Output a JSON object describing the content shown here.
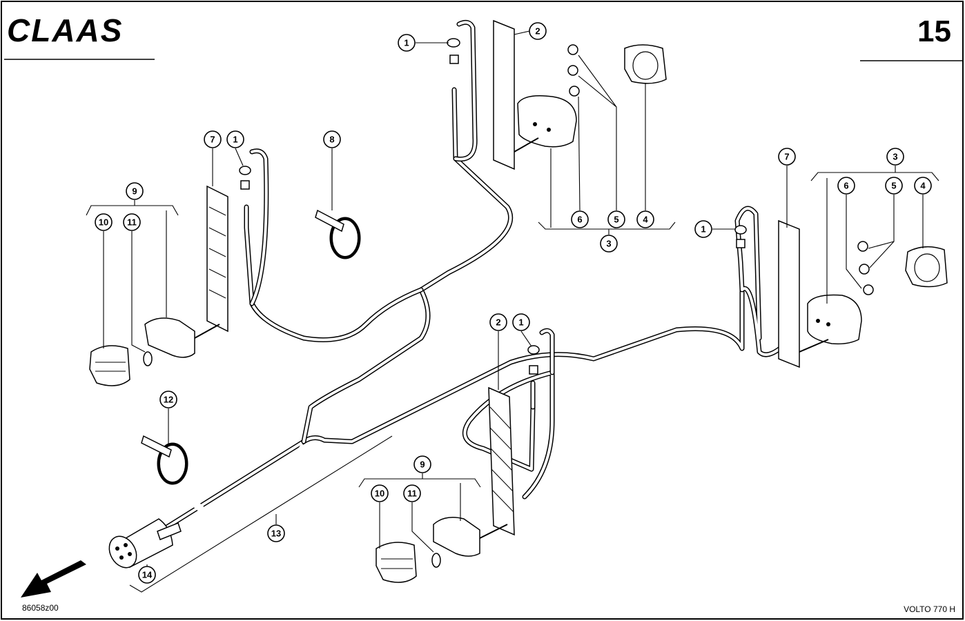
{
  "header": {
    "logo_text": "CLAAS",
    "page_number": "15"
  },
  "footer": {
    "drawing_code": "86058z00",
    "model": "VOLTO 770 H"
  },
  "callouts": [
    {
      "id": "c-1a",
      "label": "1"
    },
    {
      "id": "c-2a",
      "label": "2"
    },
    {
      "id": "c-6a",
      "label": "6"
    },
    {
      "id": "c-5a",
      "label": "5"
    },
    {
      "id": "c-4a",
      "label": "4"
    },
    {
      "id": "c-3a",
      "label": "3"
    },
    {
      "id": "c-7a",
      "label": "7"
    },
    {
      "id": "c-1b",
      "label": "1"
    },
    {
      "id": "c-8",
      "label": "8"
    },
    {
      "id": "c-9a",
      "label": "9"
    },
    {
      "id": "c-10a",
      "label": "10"
    },
    {
      "id": "c-11a",
      "label": "11"
    },
    {
      "id": "c-7b",
      "label": "7"
    },
    {
      "id": "c-3b",
      "label": "3"
    },
    {
      "id": "c-6b",
      "label": "6"
    },
    {
      "id": "c-5b",
      "label": "5"
    },
    {
      "id": "c-4b",
      "label": "4"
    },
    {
      "id": "c-1c",
      "label": "1"
    },
    {
      "id": "c-2b",
      "label": "2"
    },
    {
      "id": "c-1d",
      "label": "1"
    },
    {
      "id": "c-12",
      "label": "12"
    },
    {
      "id": "c-9b",
      "label": "9"
    },
    {
      "id": "c-10b",
      "label": "10"
    },
    {
      "id": "c-11b",
      "label": "11"
    },
    {
      "id": "c-13",
      "label": "13"
    },
    {
      "id": "c-14",
      "label": "14"
    }
  ]
}
